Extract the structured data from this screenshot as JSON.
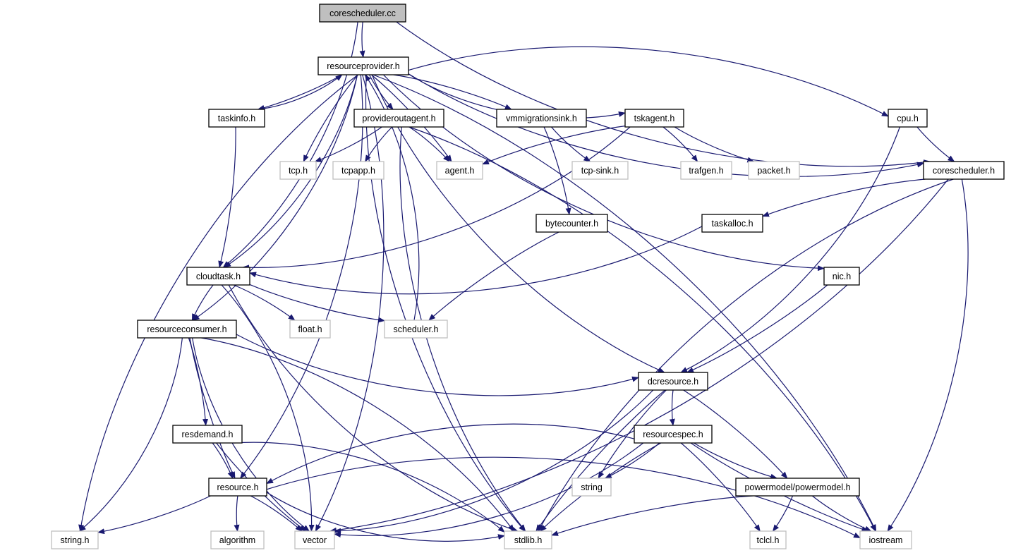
{
  "graph": {
    "title": "coreschedulerdotcc include dependency graph",
    "colors": {
      "edge": "#191970",
      "root_fill": "#bfbfbf",
      "node_fill": "#ffffff",
      "node_border": "#000000",
      "external_border": "#bfbfbf"
    },
    "nodes": [
      {
        "id": "root",
        "label": "corescheduler.cc",
        "kind": "root"
      },
      {
        "id": "resourceprovider",
        "label": "resourceprovider.h",
        "kind": "local"
      },
      {
        "id": "taskinfo",
        "label": "taskinfo.h",
        "kind": "local"
      },
      {
        "id": "provideroutagent",
        "label": "provideroutagent.h",
        "kind": "local"
      },
      {
        "id": "vmmigrationsink",
        "label": "vmmigrationsink.h",
        "kind": "local"
      },
      {
        "id": "tskagent",
        "label": "tskagent.h",
        "kind": "local"
      },
      {
        "id": "cpu",
        "label": "cpu.h",
        "kind": "local"
      },
      {
        "id": "tcp",
        "label": "tcp.h",
        "kind": "external"
      },
      {
        "id": "tcpapp",
        "label": "tcpapp.h",
        "kind": "external"
      },
      {
        "id": "agent",
        "label": "agent.h",
        "kind": "external"
      },
      {
        "id": "tcpsink",
        "label": "tcp-sink.h",
        "kind": "external"
      },
      {
        "id": "trafgen",
        "label": "trafgen.h",
        "kind": "external"
      },
      {
        "id": "packet",
        "label": "packet.h",
        "kind": "external"
      },
      {
        "id": "corescheduler",
        "label": "corescheduler.h",
        "kind": "local"
      },
      {
        "id": "bytecounter",
        "label": "bytecounter.h",
        "kind": "local"
      },
      {
        "id": "taskalloc",
        "label": "taskalloc.h",
        "kind": "local"
      },
      {
        "id": "cloudtask",
        "label": "cloudtask.h",
        "kind": "local"
      },
      {
        "id": "nic",
        "label": "nic.h",
        "kind": "local"
      },
      {
        "id": "resourceconsumer",
        "label": "resourceconsumer.h",
        "kind": "local"
      },
      {
        "id": "float",
        "label": "float.h",
        "kind": "external"
      },
      {
        "id": "scheduler",
        "label": "scheduler.h",
        "kind": "external"
      },
      {
        "id": "dcresource",
        "label": "dcresource.h",
        "kind": "local"
      },
      {
        "id": "resdemand",
        "label": "resdemand.h",
        "kind": "local"
      },
      {
        "id": "resourcespec",
        "label": "resourcespec.h",
        "kind": "local"
      },
      {
        "id": "resource",
        "label": "resource.h",
        "kind": "local"
      },
      {
        "id": "string",
        "label": "string",
        "kind": "external"
      },
      {
        "id": "powermodel",
        "label": "powermodel/powermodel.h",
        "kind": "local"
      },
      {
        "id": "stringh",
        "label": "string.h",
        "kind": "external"
      },
      {
        "id": "algorithm",
        "label": "algorithm",
        "kind": "external"
      },
      {
        "id": "vector",
        "label": "vector",
        "kind": "external"
      },
      {
        "id": "stdlib",
        "label": "stdlib.h",
        "kind": "external"
      },
      {
        "id": "tclcl",
        "label": "tclcl.h",
        "kind": "external"
      },
      {
        "id": "iostream",
        "label": "iostream",
        "kind": "external"
      }
    ],
    "edges": [
      [
        "root",
        "resourceprovider"
      ],
      [
        "root",
        "cloudtask"
      ],
      [
        "root",
        "corescheduler"
      ],
      [
        "resourceprovider",
        "taskinfo"
      ],
      [
        "resourceprovider",
        "provideroutagent"
      ],
      [
        "resourceprovider",
        "vmmigrationsink"
      ],
      [
        "resourceprovider",
        "tskagent"
      ],
      [
        "resourceprovider",
        "cpu"
      ],
      [
        "resourceprovider",
        "tcp"
      ],
      [
        "resourceprovider",
        "agent"
      ],
      [
        "resourceprovider",
        "corescheduler"
      ],
      [
        "resourceprovider",
        "cloudtask"
      ],
      [
        "resourceprovider",
        "nic"
      ],
      [
        "resourceprovider",
        "resourceconsumer"
      ],
      [
        "resourceprovider",
        "dcresource"
      ],
      [
        "resourceprovider",
        "resource"
      ],
      [
        "resourceprovider",
        "stringh"
      ],
      [
        "resourceprovider",
        "vector"
      ],
      [
        "resourceprovider",
        "stdlib"
      ],
      [
        "resourceprovider",
        "iostream"
      ],
      [
        "taskinfo",
        "resourceprovider"
      ],
      [
        "taskinfo",
        "cloudtask"
      ],
      [
        "scheduler",
        "resourceprovider"
      ],
      [
        "provideroutagent",
        "tcp"
      ],
      [
        "provideroutagent",
        "tcpapp"
      ],
      [
        "provideroutagent",
        "agent"
      ],
      [
        "provideroutagent",
        "stdlib"
      ],
      [
        "provideroutagent",
        "iostream"
      ],
      [
        "vmmigrationsink",
        "tcpsink"
      ],
      [
        "vmmigrationsink",
        "bytecounter"
      ],
      [
        "tskagent",
        "agent"
      ],
      [
        "tskagent",
        "trafgen"
      ],
      [
        "tskagent",
        "packet"
      ],
      [
        "tskagent",
        "cloudtask"
      ],
      [
        "cpu",
        "corescheduler"
      ],
      [
        "cpu",
        "dcresource"
      ],
      [
        "corescheduler",
        "taskalloc"
      ],
      [
        "corescheduler",
        "vector"
      ],
      [
        "corescheduler",
        "stdlib"
      ],
      [
        "corescheduler",
        "iostream"
      ],
      [
        "bytecounter",
        "scheduler"
      ],
      [
        "taskalloc",
        "cloudtask"
      ],
      [
        "cloudtask",
        "resourceconsumer"
      ],
      [
        "cloudtask",
        "float"
      ],
      [
        "cloudtask",
        "scheduler"
      ],
      [
        "cloudtask",
        "vector"
      ],
      [
        "cloudtask",
        "stdlib"
      ],
      [
        "nic",
        "dcresource"
      ],
      [
        "resourceconsumer",
        "dcresource"
      ],
      [
        "resourceconsumer",
        "resdemand"
      ],
      [
        "resourceconsumer",
        "resource"
      ],
      [
        "resourceconsumer",
        "stringh"
      ],
      [
        "resourceconsumer",
        "vector"
      ],
      [
        "resourceconsumer",
        "stdlib"
      ],
      [
        "dcresource",
        "resourcespec"
      ],
      [
        "dcresource",
        "powermodel"
      ],
      [
        "dcresource",
        "string"
      ],
      [
        "dcresource",
        "vector"
      ],
      [
        "dcresource",
        "stdlib"
      ],
      [
        "resdemand",
        "resource"
      ],
      [
        "resdemand",
        "vector"
      ],
      [
        "resdemand",
        "stdlib"
      ],
      [
        "resourcespec",
        "resource"
      ],
      [
        "resourcespec",
        "string"
      ],
      [
        "resourcespec",
        "powermodel"
      ],
      [
        "resourcespec",
        "tclcl"
      ],
      [
        "resourcespec",
        "iostream"
      ],
      [
        "resourcespec",
        "vector"
      ],
      [
        "resourcespec",
        "stdlib"
      ],
      [
        "resource",
        "stringh"
      ],
      [
        "resource",
        "algorithm"
      ],
      [
        "resource",
        "vector"
      ],
      [
        "resource",
        "stdlib"
      ],
      [
        "resource",
        "iostream"
      ],
      [
        "powermodel",
        "stdlib"
      ],
      [
        "powermodel",
        "tclcl"
      ],
      [
        "powermodel",
        "iostream"
      ]
    ]
  }
}
